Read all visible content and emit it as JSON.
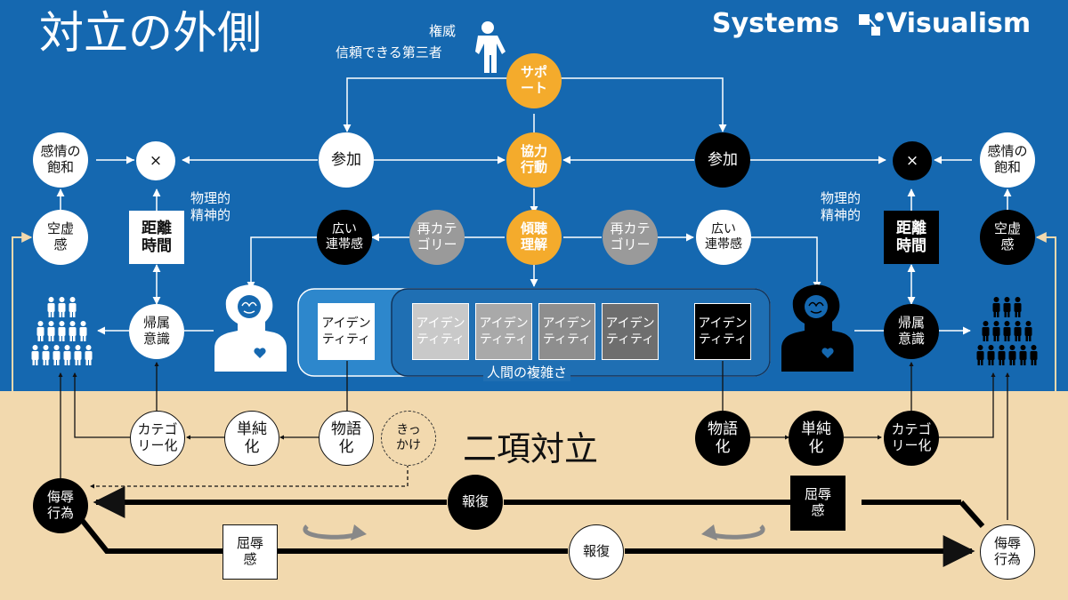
{
  "title": "対立の外側",
  "brand": {
    "name_left": "Systems",
    "name_right": "Visualism"
  },
  "authority": {
    "line1": "権威",
    "line2": "信頼できる第三者"
  },
  "nodes": {
    "support": [
      "サポ",
      "ート"
    ],
    "kyoryoku": [
      "協力",
      "行動"
    ],
    "keicho": [
      "傾聴",
      "理解"
    ],
    "sanka_left": "参加",
    "sanka_right": "参加",
    "recat_left": [
      "再カテ",
      "ゴリー"
    ],
    "recat_right": [
      "再カテ",
      "ゴリー"
    ],
    "hiroi_left": [
      "広い",
      "連帯感"
    ],
    "hiroi_right": [
      "広い",
      "連帯感"
    ],
    "kanjo_left": [
      "感情の",
      "飽和"
    ],
    "kanjo_right": [
      "感情の",
      "飽和"
    ],
    "times_left": "×",
    "times_right": "×",
    "kukyo_left": [
      "空虚",
      "感"
    ],
    "kukyo_right": [
      "空虚",
      "感"
    ],
    "kyori_left": [
      "距離",
      "時間"
    ],
    "kyori_right": [
      "距離",
      "時間"
    ],
    "kizoku_left": [
      "帰属",
      "意識"
    ],
    "kizoku_right": [
      "帰属",
      "意識"
    ],
    "phys_left": [
      "物理的",
      "精神的"
    ],
    "phys_right": [
      "物理的",
      "精神的"
    ],
    "identity_white": [
      "アイデン",
      "ティティ"
    ],
    "identity_grey": [
      "アイデン",
      "ティティ"
    ],
    "identity_black": [
      "アイデン",
      "ティティ"
    ],
    "complexity": "人間の複雑さ",
    "category_left": [
      "カテゴ",
      "リー化"
    ],
    "category_right": [
      "カテゴ",
      "リー化"
    ],
    "tanjun_left": [
      "単純",
      "化"
    ],
    "tanjun_right": [
      "単純",
      "化"
    ],
    "monogatari_left": [
      "物語",
      "化"
    ],
    "monogatari_right": [
      "物語",
      "化"
    ],
    "kikkake": [
      "きっ",
      "かけ"
    ],
    "nikou": "二項対立",
    "bujoku_left": [
      "侮辱",
      "行為"
    ],
    "bujoku_right": [
      "侮辱",
      "行為"
    ],
    "hofuku_top": "報復",
    "hofuku_bottom": "報復",
    "kutsujoku_top": [
      "屈辱",
      "感"
    ],
    "kutsujoku_bottom": [
      "屈辱",
      "感"
    ]
  },
  "icons": [
    "person-standing-icon",
    "crowd-white-icon",
    "crowd-black-icon",
    "head-brain-heart-white-icon",
    "head-brain-heart-black-icon",
    "cycle-arrow-right-icon",
    "cycle-arrow-left-icon",
    "brand-logo-icon"
  ],
  "colors": {
    "blue": "#1568b0",
    "sand": "#f2d9ae",
    "orange": "#f4ab2c",
    "grey": "#9a9a9a"
  }
}
